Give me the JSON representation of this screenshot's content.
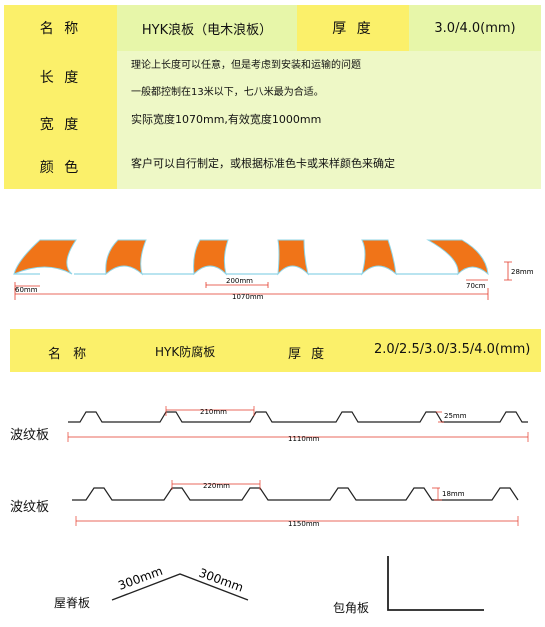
{
  "table1": {
    "name_label": "名 称",
    "name_value": "HYK浪板（电木浪板）",
    "thickness_label": "厚 度",
    "thickness_value": "3.0/4.0(mm)",
    "length_label": "长 度",
    "length_text_1": "理论上长度可以任意，但是考虑到安装和运输的问题",
    "length_text_2": "一般都控制在13米以下，七八米最为合适。",
    "width_label": "宽 度",
    "width_text": "实际宽度1070mm,有效宽度1000mm",
    "color_label": "颜 色",
    "color_text": "客户可以自行制定，或根据标准色卡或来样颜色来确定"
  },
  "wave_diagram": {
    "dim_60": "60mm",
    "dim_200": "200mm",
    "dim_1070": "1070mm",
    "dim_70": "70cm",
    "dim_28": "28mm",
    "colors": {
      "fill": "#f07418",
      "edge": "#8fd4e6",
      "dim": "#e43a2a"
    }
  },
  "table2": {
    "name_label": "名 称",
    "name_value": "HYK防腐板",
    "thickness_label": "厚 度",
    "thickness_value": "2.0/2.5/3.0/3.5/4.0(mm)"
  },
  "trapezoid_1": {
    "label": "波纹板",
    "dim_pitch": "210mm",
    "dim_height": "25mm",
    "dim_total": "1110mm"
  },
  "trapezoid_2": {
    "label": "波纹板",
    "dim_pitch": "220mm",
    "dim_height": "18mm",
    "dim_total": "1150mm"
  },
  "ridge": {
    "label": "屋脊板",
    "dim_left": "300mm",
    "dim_right": "300mm"
  },
  "corner": {
    "label": "包角板"
  }
}
